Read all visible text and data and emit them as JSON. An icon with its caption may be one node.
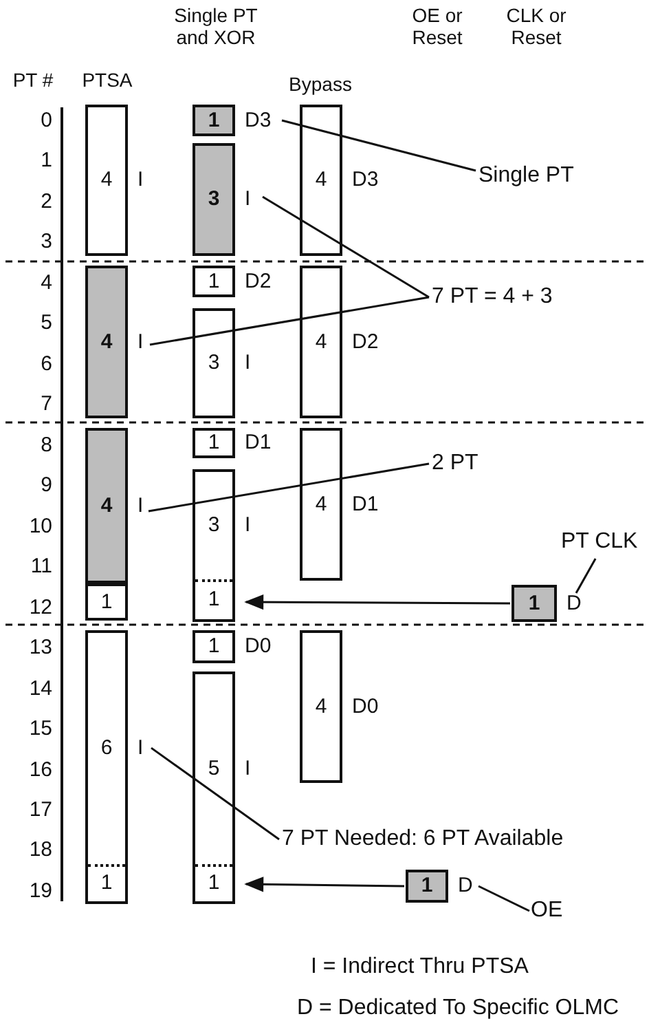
{
  "diagram": {
    "nodes": [
      {
        "text": [
          "4"
        ],
        "beside": [
          "I"
        ]
      },
      {
        "text": [
          "1"
        ],
        "beside": [
          "D3"
        ]
      },
      {
        "text": [
          "4"
        ],
        "beside": [
          "D3"
        ]
      },
      {
        "text": [
          "Single PT"
        ]
      },
      {
        "text": [
          "3"
        ],
        "beside": [
          "I"
        ]
      },
      {
        "text": [
          "1"
        ],
        "beside": [
          "D2"
        ]
      },
      {
        "text": [
          "4"
        ],
        "beside": [
          "D2"
        ]
      },
      {
        "text": [
          "7 PT = 4 + 3"
        ]
      },
      {
        "text": [
          "4"
        ],
        "beside": [
          "I"
        ]
      },
      {
        "text": [
          "3"
        ],
        "beside": [
          "I"
        ]
      },
      {
        "text": [
          "4"
        ],
        "beside": [
          "I"
        ]
      },
      {
        "text": [
          "1"
        ],
        "beside": [
          "D1"
        ]
      },
      {
        "text": [
          "4"
        ],
        "beside": [
          "D1"
        ]
      },
      {
        "text": [
          "2 PT"
        ]
      },
      {
        "text": [
          "3"
        ],
        "beside": [
          "I"
        ]
      },
      {
        "text": [
          "PT CLK"
        ]
      },
      {
        "text": [
          "1"
        ]
      },
      {
        "text": [
          "1"
        ],
        "in": 14
      },
      {
        "text": [
          "1"
        ],
        "beside": [
          "D"
        ]
      },
      {
        "text": [
          "1"
        ],
        "beside": [
          "D0"
        ]
      },
      {
        "text": [
          "6"
        ],
        "beside": [
          "I"
        ]
      },
      {
        "text": [
          "4"
        ],
        "beside": [
          "D0"
        ]
      },
      {
        "text": [
          "5"
        ],
        "beside": [
          "I"
        ]
      },
      {
        "text": [
          "7 PT Needed: 6 PT Available"
        ]
      },
      {
        "text": [
          "1"
        ],
        "in": 20
      },
      {
        "text": [
          "1"
        ],
        "in": 22
      },
      {
        "text": [
          "1"
        ],
        "beside": [
          "D"
        ]
      },
      {
        "text": [
          "OE"
        ]
      }
    ],
    "edges": [
      {
        "from": 3,
        "to": 1,
        "arrow": "none"
      },
      {
        "from": 7,
        "to": 4,
        "arrow": "none"
      },
      {
        "from": 7,
        "to": 8,
        "arrow": "none"
      },
      {
        "from": 13,
        "to": 10,
        "arrow": "none"
      },
      {
        "from": 15,
        "to": 18,
        "arrow": "none"
      },
      {
        "from": 18,
        "to": 17,
        "arrow": "to"
      },
      {
        "from": 23,
        "to": 20,
        "arrow": "none"
      },
      {
        "from": 26,
        "to": 25,
        "arrow": "to"
      },
      {
        "from": 27,
        "to": 26,
        "arrow": "none"
      }
    ],
    "labels": [
      "PT #",
      "PTSA",
      "Single PT and XOR",
      "Bypass",
      "OE or Reset",
      "CLK or Reset",
      "0",
      "1",
      "2",
      "3",
      "4",
      "5",
      "6",
      "7",
      "8",
      "9",
      "10",
      "11",
      "12",
      "13",
      "14",
      "15",
      "16",
      "17",
      "18",
      "19",
      "I = Indirect Thru PTSA",
      "D = Dedicated To Specific OLMC"
    ]
  }
}
